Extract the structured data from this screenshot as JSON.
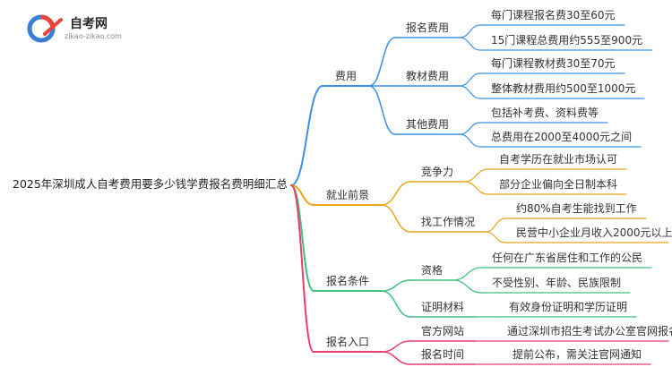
{
  "logo": {
    "title": "自考网",
    "subtitle": "zikao-zikao.com"
  },
  "root": "2025年深圳成人自考费用要多少钱学费报名费明细汇总",
  "branches": [
    {
      "label": "费用",
      "color": "#3b8fe8",
      "children": [
        {
          "label": "报名费用",
          "leaves": [
            "每门课程报名费30至60元",
            "15门课程总费用约555至900元"
          ]
        },
        {
          "label": "教材费用",
          "leaves": [
            "每门课程教材费30至70元",
            "整体教材费用约500至1000元"
          ]
        },
        {
          "label": "其他费用",
          "leaves": [
            "包括补考费、资料费等",
            "总费用在2000至4000元之间"
          ]
        }
      ]
    },
    {
      "label": "就业前景",
      "color": "#eaa51c",
      "children": [
        {
          "label": "竞争力",
          "leaves": [
            "自考学历在就业市场认可",
            "部分企业偏向全日制本科"
          ]
        },
        {
          "label": "找工作情况",
          "leaves": [
            "约80%自考生能找到工作",
            "民营中小企业月收入2000元以上"
          ]
        }
      ]
    },
    {
      "label": "报名条件",
      "color": "#3fbf7f",
      "children": [
        {
          "label": "资格",
          "leaves": [
            "任何在广东省居住和工作的公民",
            "不受性别、年龄、民族限制"
          ]
        },
        {
          "label": "证明材料",
          "leaves": [
            "有效身份证明和学历证明"
          ]
        }
      ]
    },
    {
      "label": "报名入口",
      "color": "#ea3d6e",
      "children": [
        {
          "label": "官方网站",
          "leaves": [
            "通过深圳市招生考试办公室官网报名"
          ]
        },
        {
          "label": "报名时间",
          "leaves": [
            "提前公布，需关注官网通知"
          ]
        }
      ]
    }
  ]
}
